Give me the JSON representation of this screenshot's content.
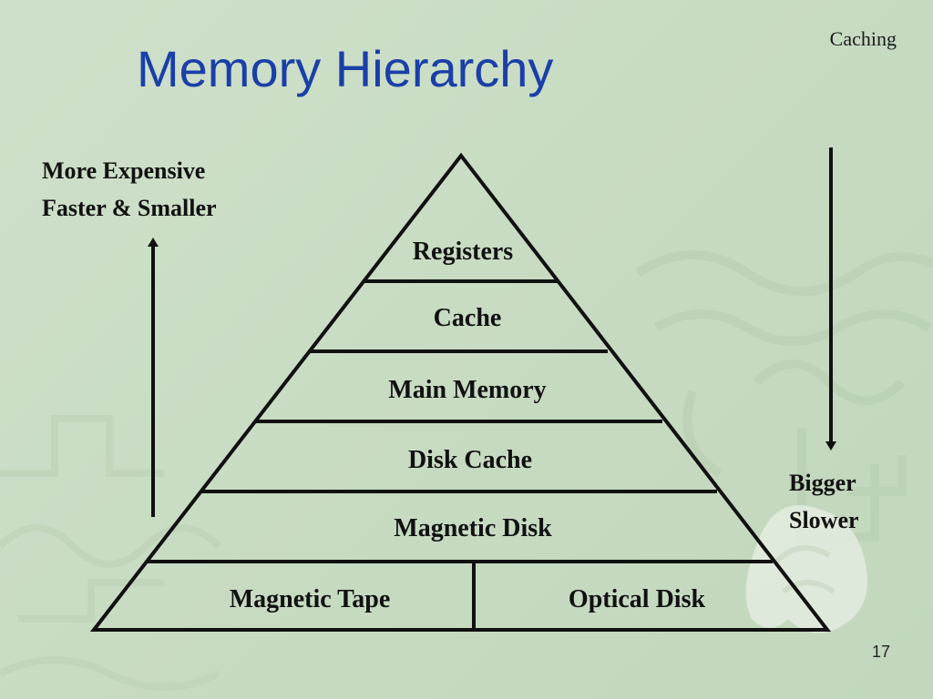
{
  "slide": {
    "title": "Memory Hierarchy",
    "section": "Caching",
    "page_number": "17",
    "background_color": "#c9dcc4",
    "title_color": "#1a3fa8"
  },
  "left_label": {
    "line1": "More Expensive",
    "line2": "Faster & Smaller"
  },
  "right_label": {
    "line1": "Bigger",
    "line2": "Slower"
  },
  "pyramid": {
    "levels": [
      "Registers",
      "Cache",
      "Main Memory",
      "Disk Cache",
      "Magnetic Disk"
    ],
    "base_left": "Magnetic Tape",
    "base_right": "Optical Disk"
  },
  "arrows": {
    "left": "up-arrow",
    "right": "down-arrow"
  }
}
